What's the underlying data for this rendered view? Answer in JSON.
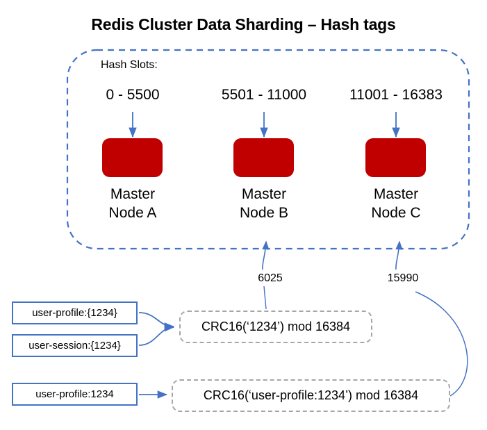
{
  "title": "Redis Cluster Data Sharding – Hash tags",
  "cluster": {
    "hash_slots_label": "Hash Slots:",
    "border_color": "#4472C4",
    "nodes": [
      {
        "slot_range": "0 - 5500",
        "name_line1": "Master",
        "name_line2": "Node A",
        "color": "#C00000"
      },
      {
        "slot_range": "5501 - 11000",
        "name_line1": "Master",
        "name_line2": "Node B",
        "color": "#C00000"
      },
      {
        "slot_range": "11001 - 16383",
        "name_line1": "Master",
        "name_line2": "Node C",
        "color": "#C00000"
      }
    ]
  },
  "slot_values": [
    {
      "value": "6025"
    },
    {
      "value": "15990"
    }
  ],
  "keys": [
    {
      "label": "user-profile:{1234}"
    },
    {
      "label": "user-session:{1234}"
    },
    {
      "label": "user-profile:1234"
    }
  ],
  "hash_functions": [
    {
      "expression": "CRC16(‘1234’) mod 16384"
    },
    {
      "expression": "CRC16(‘user-profile:1234’) mod 16384"
    }
  ],
  "colors": {
    "node_red": "#C00000",
    "connector_blue": "#4472C4",
    "dashed_gray": "#A6A6A6"
  }
}
